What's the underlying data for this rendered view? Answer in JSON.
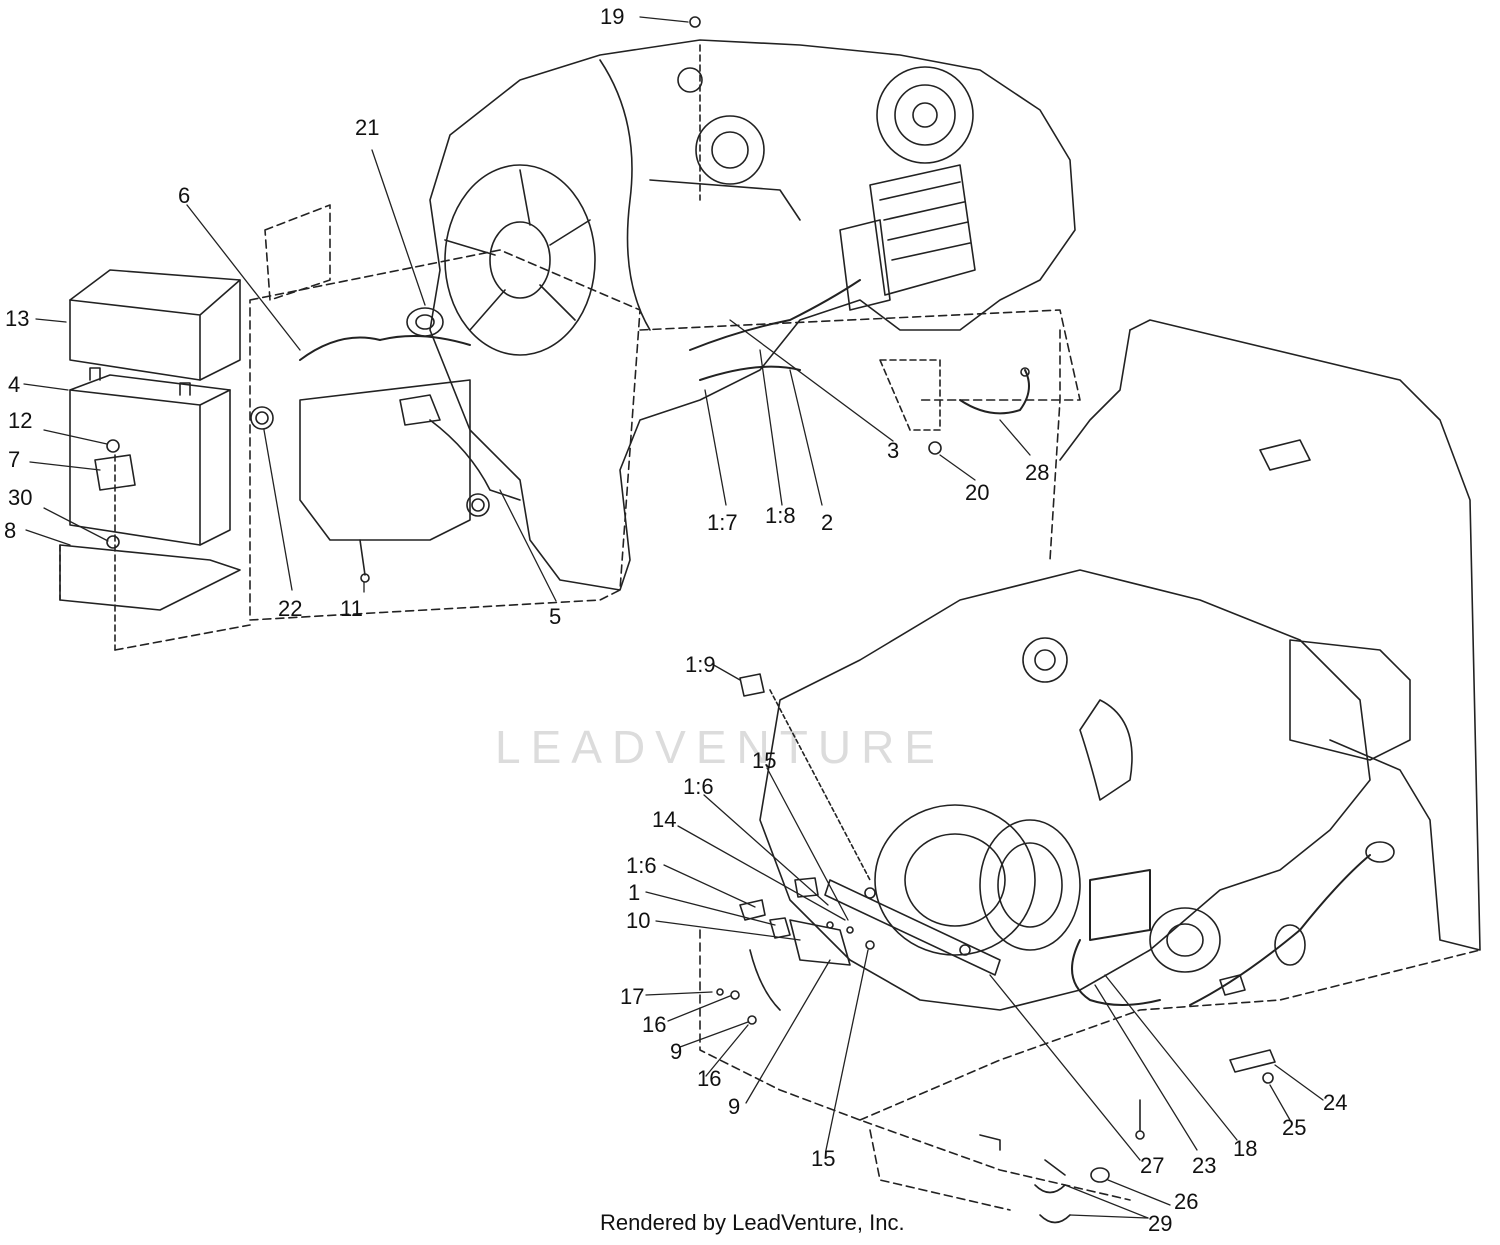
{
  "footer": "Rendered by LeadVenture, Inc.",
  "watermark": "LEADVENTURE",
  "callouts": [
    {
      "id": "c19",
      "text": "19"
    },
    {
      "id": "c21",
      "text": "21"
    },
    {
      "id": "c6",
      "text": "6"
    },
    {
      "id": "c13",
      "text": "13"
    },
    {
      "id": "c4",
      "text": "4"
    },
    {
      "id": "c12",
      "text": "12"
    },
    {
      "id": "c7",
      "text": "7"
    },
    {
      "id": "c30",
      "text": "30"
    },
    {
      "id": "c8",
      "text": "8"
    },
    {
      "id": "c22",
      "text": "22"
    },
    {
      "id": "c11",
      "text": "11"
    },
    {
      "id": "c5",
      "text": "5"
    },
    {
      "id": "c3",
      "text": "3"
    },
    {
      "id": "c20",
      "text": "20"
    },
    {
      "id": "c28",
      "text": "28"
    },
    {
      "id": "c1_7",
      "text": "1:7"
    },
    {
      "id": "c1_8",
      "text": "1:8"
    },
    {
      "id": "c2",
      "text": "2"
    },
    {
      "id": "c1_9",
      "text": "1:9"
    },
    {
      "id": "c15a",
      "text": "15"
    },
    {
      "id": "c1_6a",
      "text": "1:6"
    },
    {
      "id": "c14",
      "text": "14"
    },
    {
      "id": "c1_6b",
      "text": "1:6"
    },
    {
      "id": "c1",
      "text": "1"
    },
    {
      "id": "c10",
      "text": "10"
    },
    {
      "id": "c17",
      "text": "17"
    },
    {
      "id": "c16a",
      "text": "16"
    },
    {
      "id": "c9a",
      "text": "9"
    },
    {
      "id": "c16b",
      "text": "16"
    },
    {
      "id": "c9b",
      "text": "9"
    },
    {
      "id": "c15b",
      "text": "15"
    },
    {
      "id": "c27",
      "text": "27"
    },
    {
      "id": "c23",
      "text": "23"
    },
    {
      "id": "c18",
      "text": "18"
    },
    {
      "id": "c24",
      "text": "24"
    },
    {
      "id": "c25",
      "text": "25"
    },
    {
      "id": "c26",
      "text": "26"
    },
    {
      "id": "c29",
      "text": "29"
    }
  ]
}
